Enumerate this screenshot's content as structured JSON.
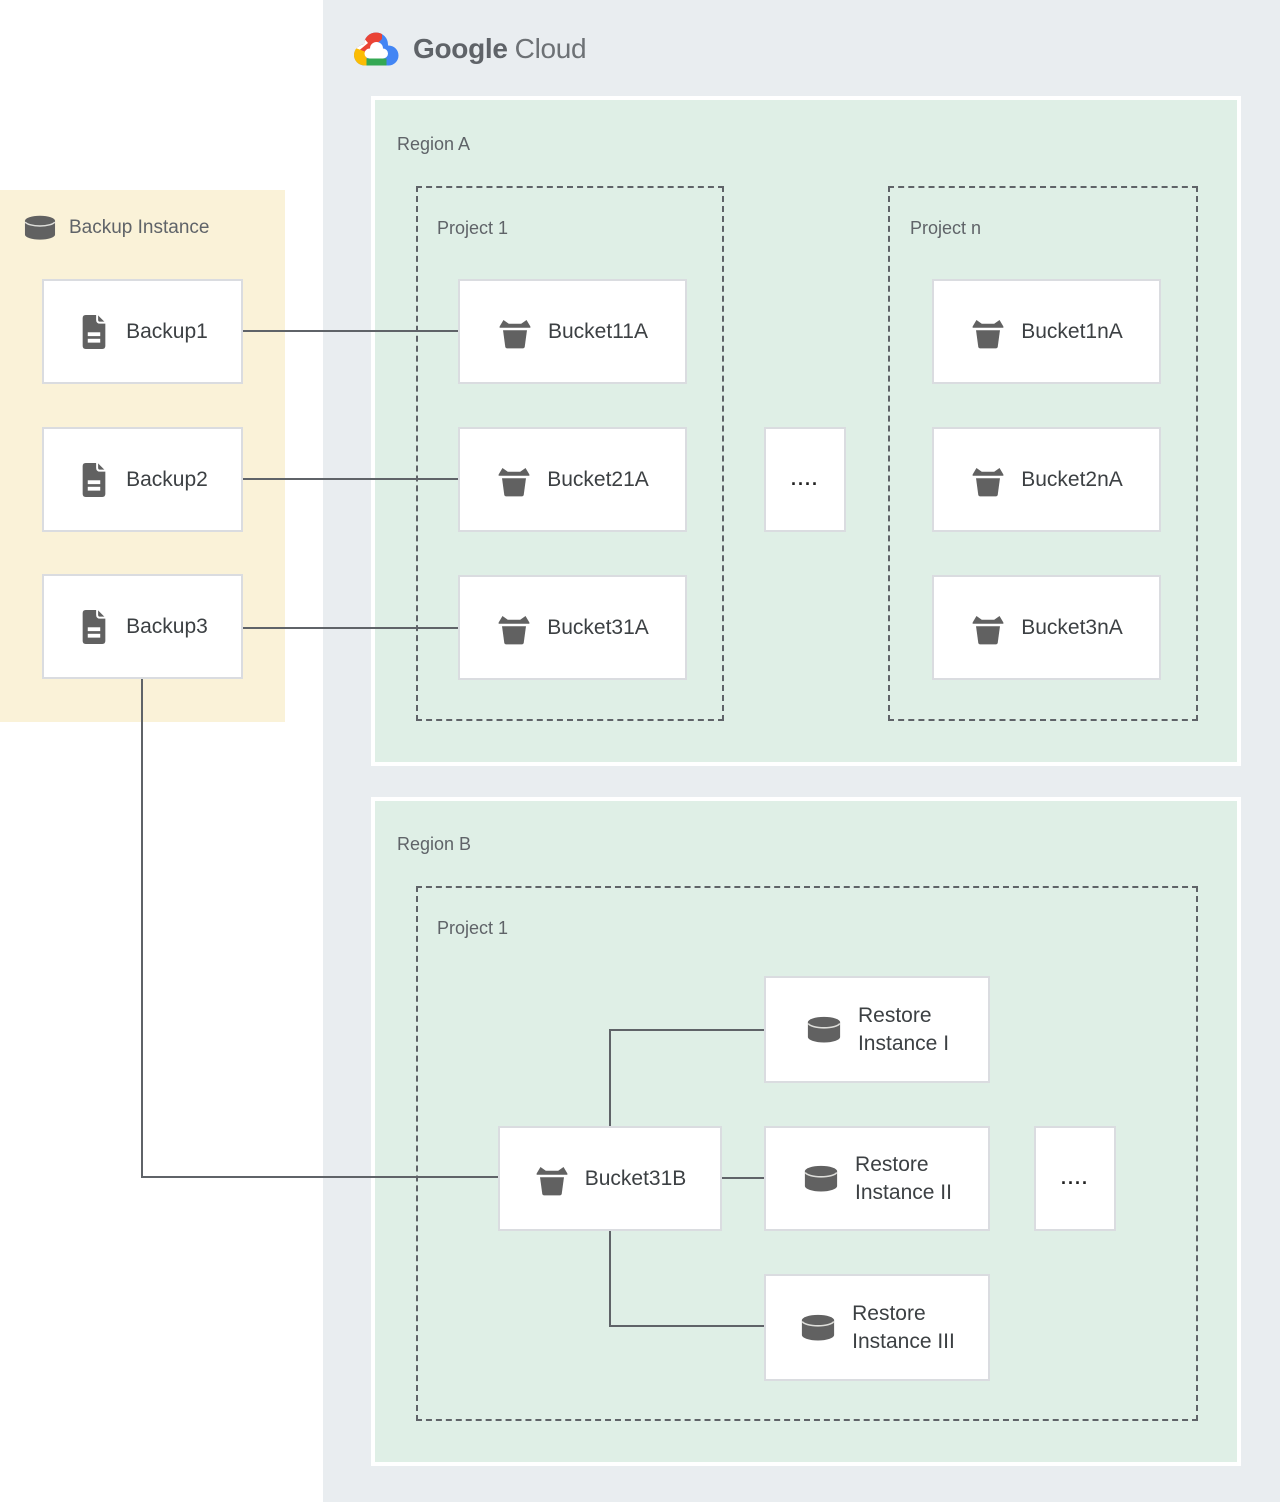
{
  "logo": {
    "google": "Google",
    "cloud": "Cloud"
  },
  "backup_panel": {
    "title": "Backup Instance",
    "items": [
      {
        "label": "Backup1"
      },
      {
        "label": "Backup2"
      },
      {
        "label": "Backup3"
      }
    ]
  },
  "region_a": {
    "label": "Region A",
    "ellipsis": "....",
    "project_1": {
      "label": "Project 1",
      "buckets": [
        {
          "label": "Bucket11A"
        },
        {
          "label": "Bucket21A"
        },
        {
          "label": "Bucket31A"
        }
      ]
    },
    "project_n": {
      "label": "Project n",
      "buckets": [
        {
          "label": "Bucket1nA"
        },
        {
          "label": "Bucket2nA"
        },
        {
          "label": "Bucket3nA"
        }
      ]
    }
  },
  "region_b": {
    "label": "Region B",
    "ellipsis": "....",
    "project_1": {
      "label": "Project 1",
      "bucket": {
        "label": "Bucket31B"
      },
      "restores": [
        {
          "line1": "Restore",
          "line2": "Instance I"
        },
        {
          "line1": "Restore",
          "line2": "Instance II"
        },
        {
          "line1": "Restore",
          "line2": "Instance III"
        }
      ]
    }
  },
  "colors": {
    "canvas_bg": "#ffffff",
    "cloud_container_bg": "#e9edf0",
    "region_bg": "#dfefe6",
    "backup_panel_bg": "#faf2d8",
    "card_border": "#dadce0",
    "dashed_border": "#5f6368",
    "connector": "#5f6368",
    "icon_gray": "#616161",
    "label_gray": "#5f6368",
    "text_dark": "#3c4043",
    "logo_red": "#EA4335",
    "logo_blue": "#4285F4",
    "logo_yellow": "#FBBC04",
    "logo_green": "#34A853"
  }
}
